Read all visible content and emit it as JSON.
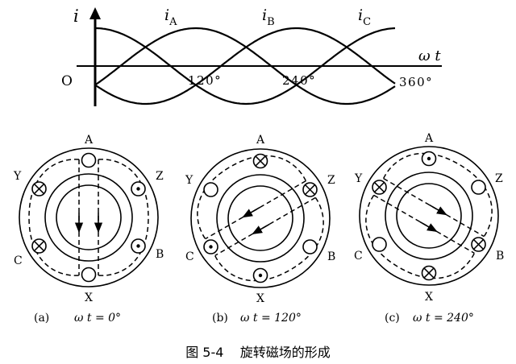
{
  "waveform": {
    "y_axis_label": "i",
    "x_axis_label": "ω t",
    "origin_label": "O",
    "curves": [
      {
        "name": "i",
        "subscript": "A",
        "phase_deg": 0
      },
      {
        "name": "i",
        "subscript": "B",
        "phase_deg": 120
      },
      {
        "name": "i",
        "subscript": "C",
        "phase_deg": 240
      }
    ],
    "angle_labels": [
      "120°",
      "240°",
      "360°"
    ]
  },
  "stators": [
    {
      "tag": "(a)",
      "caption": "ω t = 0°",
      "labels": {
        "top": "A",
        "bottom": "X",
        "left_upper": "Y",
        "right_upper": "Z",
        "left_lower": "C",
        "right_lower": "B"
      },
      "slots": {
        "A": "empty",
        "X": "empty",
        "Y": "cross",
        "Z": "dot",
        "C": "cross",
        "B": "dot"
      }
    },
    {
      "tag": "(b)",
      "caption": "ω t = 120°",
      "labels": {
        "top": "A",
        "bottom": "X",
        "left_upper": "Y",
        "right_upper": "Z",
        "left_lower": "C",
        "right_lower": "B"
      },
      "slots": {
        "A": "cross",
        "X": "dot",
        "Y": "empty",
        "Z": "cross",
        "C": "dot",
        "B": "empty"
      }
    },
    {
      "tag": "(c)",
      "caption": "ω t = 240°",
      "labels": {
        "top": "A",
        "bottom": "X",
        "left_upper": "Y",
        "right_upper": "Z",
        "left_lower": "C",
        "right_lower": "B"
      },
      "slots": {
        "A": "dot",
        "X": "cross",
        "Y": "cross",
        "Z": "empty",
        "C": "empty",
        "B": "cross"
      }
    }
  ],
  "figure_caption": "图 5-4    旋转磁场的形成"
}
